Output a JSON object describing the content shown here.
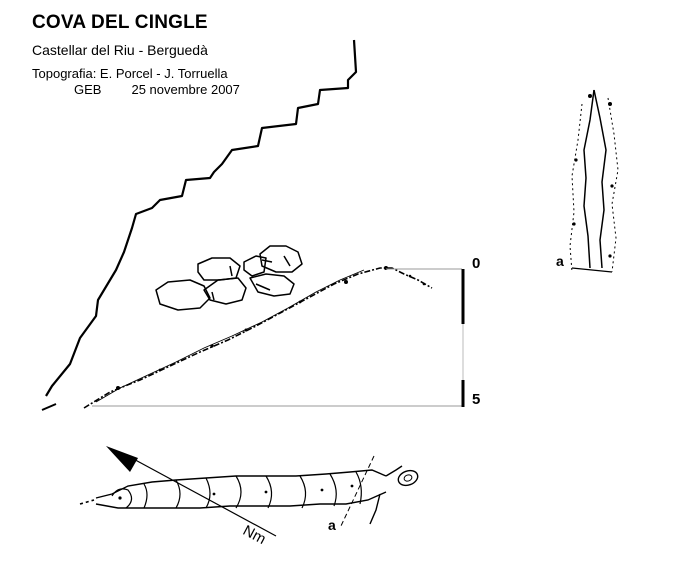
{
  "header": {
    "title": "COVA DEL CINGLE",
    "subtitle": "Castellar del Riu - Berguedà",
    "credits_line1": "Topografia: E. Porcel - J. Torruella",
    "credits_org": "GEB",
    "credits_date": "25 novembre 2007"
  },
  "scale": {
    "top_label": "0",
    "bottom_label": "5"
  },
  "plan": {
    "north_label": "Nm",
    "section_label": "a"
  },
  "cross_section": {
    "label": "a"
  }
}
